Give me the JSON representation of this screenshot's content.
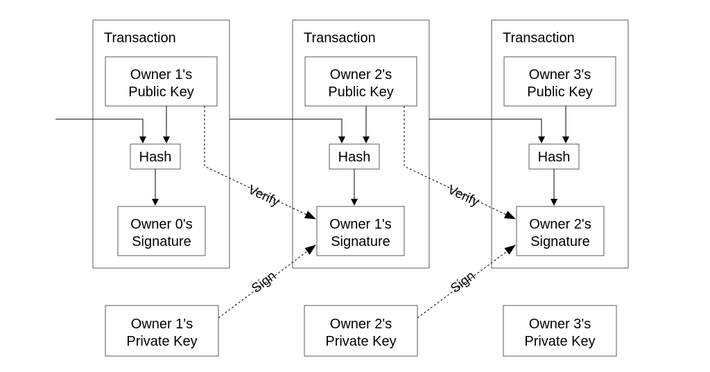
{
  "transactions": [
    {
      "title": "Transaction",
      "public_key": [
        "Owner 1's",
        "Public Key"
      ],
      "hash": "Hash",
      "signature": [
        "Owner 0's",
        "Signature"
      ]
    },
    {
      "title": "Transaction",
      "public_key": [
        "Owner 2's",
        "Public Key"
      ],
      "hash": "Hash",
      "signature": [
        "Owner 1's",
        "Signature"
      ]
    },
    {
      "title": "Transaction",
      "public_key": [
        "Owner 3's",
        "Public Key"
      ],
      "hash": "Hash",
      "signature": [
        "Owner 2's",
        "Signature"
      ]
    }
  ],
  "private_keys": [
    [
      "Owner 1's",
      "Private Key"
    ],
    [
      "Owner 2's",
      "Private Key"
    ],
    [
      "Owner 3's",
      "Private Key"
    ]
  ],
  "edge_labels": {
    "verify": "Verify",
    "sign": "Sign"
  }
}
